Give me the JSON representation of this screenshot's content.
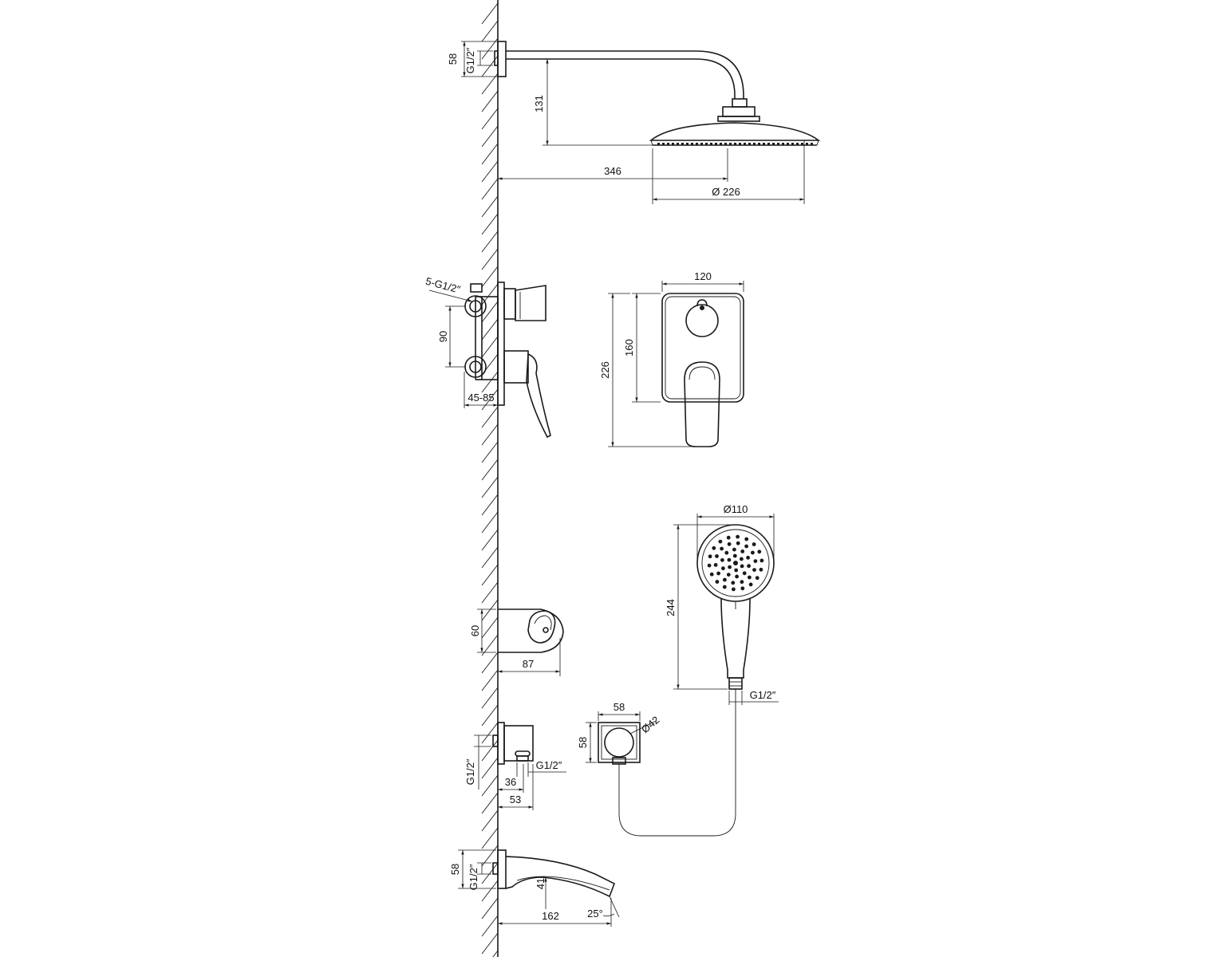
{
  "wall": {},
  "shower_head": {
    "thread": "G1/2″",
    "flange_height": "58",
    "drop": "131",
    "projection": "346",
    "diameter": "Ø 226"
  },
  "mixer_side": {
    "ports": "5-G1/2″",
    "spacing": "90",
    "depth": "45-85"
  },
  "mixer_front": {
    "width": "120",
    "inner_height": "160",
    "total_height": "226"
  },
  "holder": {
    "height": "60",
    "depth": "87"
  },
  "hand_shower": {
    "diameter": "Ø110",
    "length": "244",
    "thread": "G1/2″"
  },
  "wall_outlet_side": {
    "thread_left": "G1/2″",
    "thread_right": "G1/2″",
    "offset": "36",
    "depth": "53"
  },
  "wall_outlet_front": {
    "width": "58",
    "height": "58",
    "hole": "Ø42"
  },
  "spout": {
    "height": "58",
    "thread": "G1/2″",
    "outlet_height": "41",
    "length": "162",
    "angle": "25°"
  }
}
